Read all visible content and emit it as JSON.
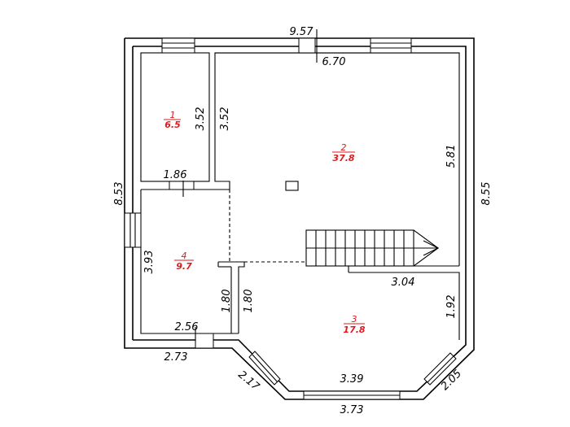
{
  "rooms": [
    {
      "number": "1",
      "area": "6.5"
    },
    {
      "number": "2",
      "area": "37.8"
    },
    {
      "number": "3",
      "area": "17.8"
    },
    {
      "number": "4",
      "area": "9.7"
    }
  ],
  "dimensions": {
    "top_total": "9.57",
    "top_inner": "6.70",
    "left_total": "8.53",
    "right_total": "8.55",
    "room1_height": "3.52",
    "room2_left_height": "3.52",
    "room2_right_height": "5.81",
    "room1_width": "1.86",
    "room4_height": "3.93",
    "hall_left_height": "1.80",
    "hall_right_height": "1.80",
    "room4_width": "2.56",
    "bottom_left": "2.73",
    "stair_width": "3.04",
    "room3_right_height": "1.92",
    "bay_left_diag": "2.17",
    "bay_inner": "3.39",
    "bay_right_diag": "2.05",
    "bay_outer": "3.73"
  },
  "colors": {
    "room_label": "#e0191e",
    "line": "#000000"
  }
}
